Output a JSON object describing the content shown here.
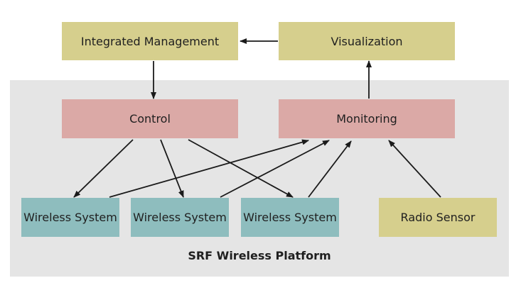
{
  "diagram": {
    "nodes": {
      "integrated_management": "Integrated Management",
      "visualization": "Visualization",
      "control": "Control",
      "monitoring": "Monitoring",
      "wireless_system_1": "Wireless System",
      "wireless_system_2": "Wireless System",
      "wireless_system_3": "Wireless System",
      "radio_sensor": "Radio Sensor"
    },
    "platform_label": "SRF Wireless Platform",
    "colors": {
      "management_boxes": "#d6cf8d",
      "control_boxes": "#dba9a6",
      "wireless_boxes": "#8ebdbe",
      "platform_background": "#e5e5e5",
      "arrow": "#1a1a1a"
    },
    "edges": [
      {
        "from": "visualization",
        "to": "integrated_management"
      },
      {
        "from": "integrated_management",
        "to": "control"
      },
      {
        "from": "monitoring",
        "to": "visualization"
      },
      {
        "from": "control",
        "to": "wireless_system_1"
      },
      {
        "from": "control",
        "to": "wireless_system_2"
      },
      {
        "from": "control",
        "to": "wireless_system_3"
      },
      {
        "from": "wireless_system_1",
        "to": "monitoring"
      },
      {
        "from": "wireless_system_2",
        "to": "monitoring"
      },
      {
        "from": "wireless_system_3",
        "to": "monitoring"
      },
      {
        "from": "radio_sensor",
        "to": "monitoring"
      }
    ]
  }
}
